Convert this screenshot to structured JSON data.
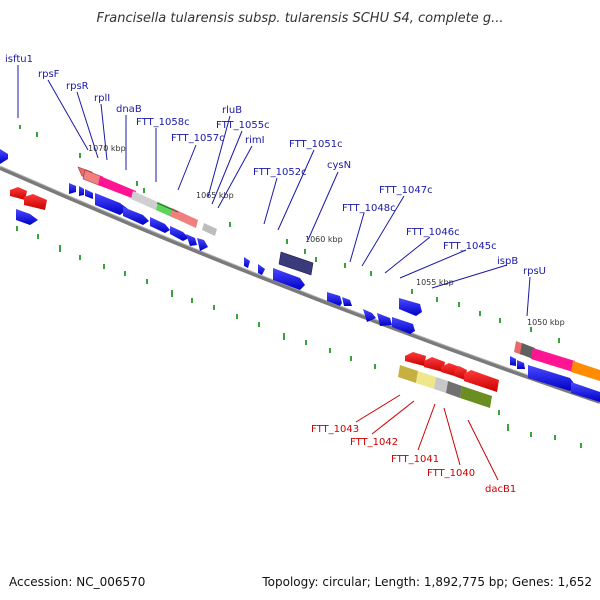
{
  "title": "Francisella tularensis subsp. tularensis SCHU S4, complete g...",
  "footer": {
    "accession": "Accession: NC_006570",
    "summary": "Topology: circular; Length: 1,892,775 bp; Genes: 1,652"
  },
  "tick_labels": [
    "1070 kbp",
    "1065 kbp",
    "1060 kbp",
    "1055 kbp",
    "1050 kbp"
  ],
  "forward_genes": [
    "isftu1",
    "rpsF",
    "rpsR",
    "rplI",
    "dnaB",
    "FTT_1058c",
    "FTT_1057c",
    "rluB",
    "FTT_1055c",
    "rimI",
    "FTT_1052c",
    "FTT_1051c",
    "cysN",
    "FTT_1048c",
    "FTT_1047c",
    "FTT_1046c",
    "FTT_1045c",
    "ispB",
    "rpsU"
  ],
  "reverse_genes": [
    "FTT_1043",
    "FTT_1042",
    "FTT_1041",
    "FTT_1040",
    "dacB1"
  ],
  "colors": {
    "forward_label": "#1a1aa6",
    "reverse_label": "#cc0000",
    "forward_arrow": "#1010e0",
    "reverse_arrow": "#e00000",
    "backbone": "#808080",
    "tick": "#008000"
  }
}
